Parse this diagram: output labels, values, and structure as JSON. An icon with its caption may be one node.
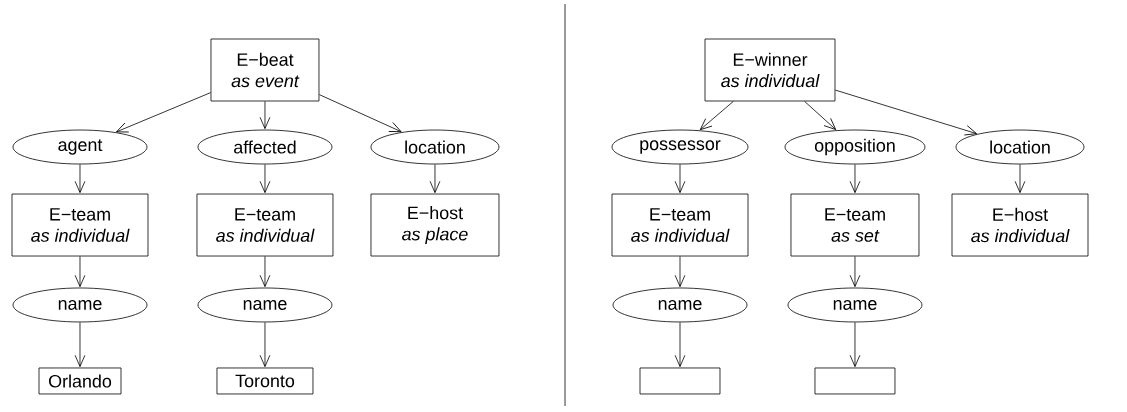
{
  "diagram": {
    "nodes": [
      {
        "text": [
          "E−beat",
          "as event"
        ]
      },
      {
        "text": [
          "agent"
        ]
      },
      {
        "text": [
          "affected"
        ]
      },
      {
        "text": [
          "location"
        ]
      },
      {
        "text": [
          "E−team",
          "as individual"
        ]
      },
      {
        "text": [
          "E−team",
          "as individual"
        ]
      },
      {
        "text": [
          "E−host",
          "as place"
        ]
      },
      {
        "text": [
          "name"
        ]
      },
      {
        "text": [
          "name"
        ]
      },
      {
        "text": [
          "Orlando"
        ]
      },
      {
        "text": [
          "Toronto"
        ]
      },
      {
        "text": [
          "E−winner",
          "as individual"
        ]
      },
      {
        "text": [
          "possessor"
        ]
      },
      {
        "text": [
          "opposition"
        ]
      },
      {
        "text": [
          "location"
        ]
      },
      {
        "text": [
          "E−team",
          "as individual"
        ]
      },
      {
        "text": [
          "E−team",
          "as set"
        ]
      },
      {
        "text": [
          "E−host",
          "as individual"
        ]
      },
      {
        "text": [
          "name"
        ]
      },
      {
        "text": [
          "name"
        ]
      },
      {
        "text": [],
        "shape": "box"
      },
      {
        "text": [],
        "shape": "box"
      }
    ],
    "edges": [
      {
        "from": 0,
        "to": 1,
        "arrow": "to"
      },
      {
        "from": 0,
        "to": 2,
        "arrow": "to"
      },
      {
        "from": 0,
        "to": 3,
        "arrow": "to"
      },
      {
        "from": 1,
        "to": 4,
        "arrow": "to"
      },
      {
        "from": 2,
        "to": 5,
        "arrow": "to"
      },
      {
        "from": 3,
        "to": 6,
        "arrow": "to"
      },
      {
        "from": 4,
        "to": 7,
        "arrow": "to"
      },
      {
        "from": 5,
        "to": 8,
        "arrow": "to"
      },
      {
        "from": 7,
        "to": 9,
        "arrow": "to"
      },
      {
        "from": 8,
        "to": 10,
        "arrow": "to"
      },
      {
        "from": 11,
        "to": 12,
        "arrow": "to"
      },
      {
        "from": 11,
        "to": 13,
        "arrow": "to"
      },
      {
        "from": 11,
        "to": 14,
        "arrow": "to"
      },
      {
        "from": 12,
        "to": 15,
        "arrow": "to"
      },
      {
        "from": 13,
        "to": 16,
        "arrow": "to"
      },
      {
        "from": 14,
        "to": 17,
        "arrow": "to"
      },
      {
        "from": 15,
        "to": 18,
        "arrow": "to"
      },
      {
        "from": 16,
        "to": 19,
        "arrow": "to"
      },
      {
        "from": 18,
        "to": 20,
        "arrow": "to"
      },
      {
        "from": 19,
        "to": 21,
        "arrow": "to"
      }
    ]
  }
}
